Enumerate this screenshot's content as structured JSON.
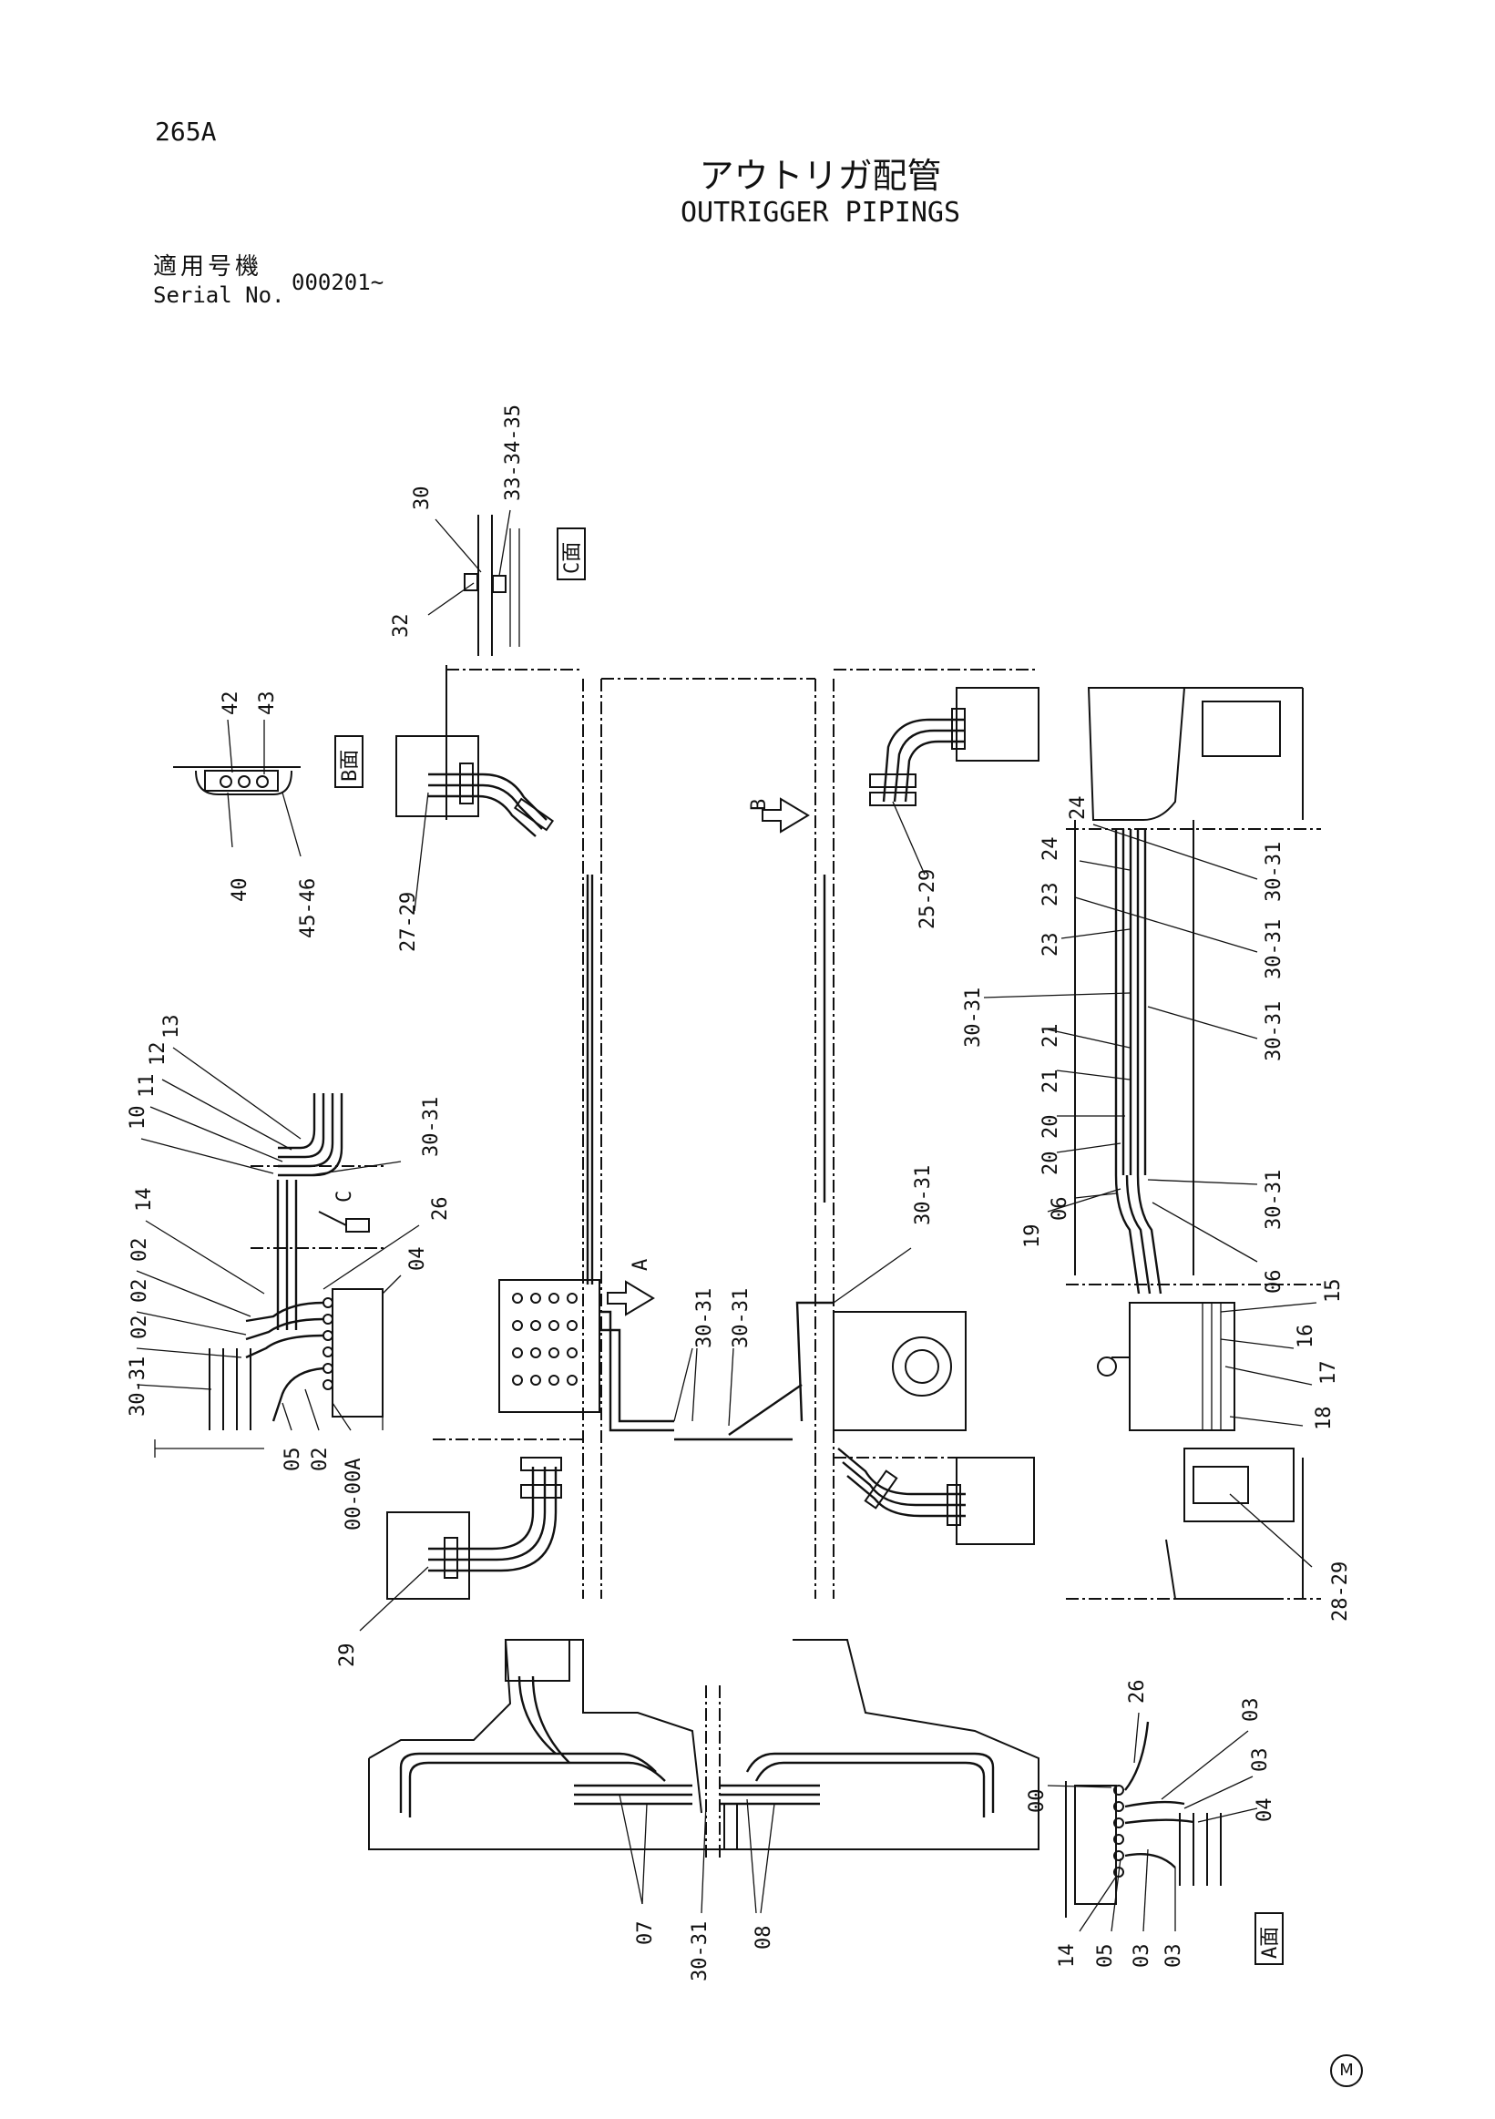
{
  "header": {
    "page_code": "265A",
    "title_ja": "アウトリガ配管",
    "title_en": "OUTRIGGER PIPINGS",
    "serial_label_ja": "適用号機",
    "serial_label_en": "Serial No.",
    "serial_value": "000201~"
  },
  "views": {
    "c": "C面",
    "b": "B面",
    "a": "A面"
  },
  "arrows": {
    "c": "C",
    "b": "B",
    "a": "A"
  },
  "callouts": {
    "c_view": [
      "30",
      "33-34-35",
      "32"
    ],
    "b_view": [
      "42",
      "43",
      "40",
      "45-46"
    ],
    "left_group": [
      "13",
      "12",
      "11",
      "10",
      "14",
      "02",
      "02",
      "02",
      "30-31",
      "05",
      "02",
      "00-00A",
      "04",
      "26",
      "30-31"
    ],
    "center": [
      "27-29",
      "25-29",
      "29",
      "30-31",
      "30-31",
      "30-31"
    ],
    "right_group": [
      "24",
      "24",
      "23",
      "23",
      "30-31",
      "30-31",
      "30-31",
      "21",
      "21",
      "30-31",
      "20",
      "20",
      "19",
      "06",
      "30-31",
      "06",
      "15",
      "16",
      "17",
      "18",
      "28-29"
    ],
    "bottom": [
      "07",
      "30-31",
      "08"
    ],
    "a_view": [
      "26",
      "03",
      "03",
      "00",
      "04",
      "14",
      "05",
      "03",
      "03"
    ]
  },
  "footer_mark": "M"
}
